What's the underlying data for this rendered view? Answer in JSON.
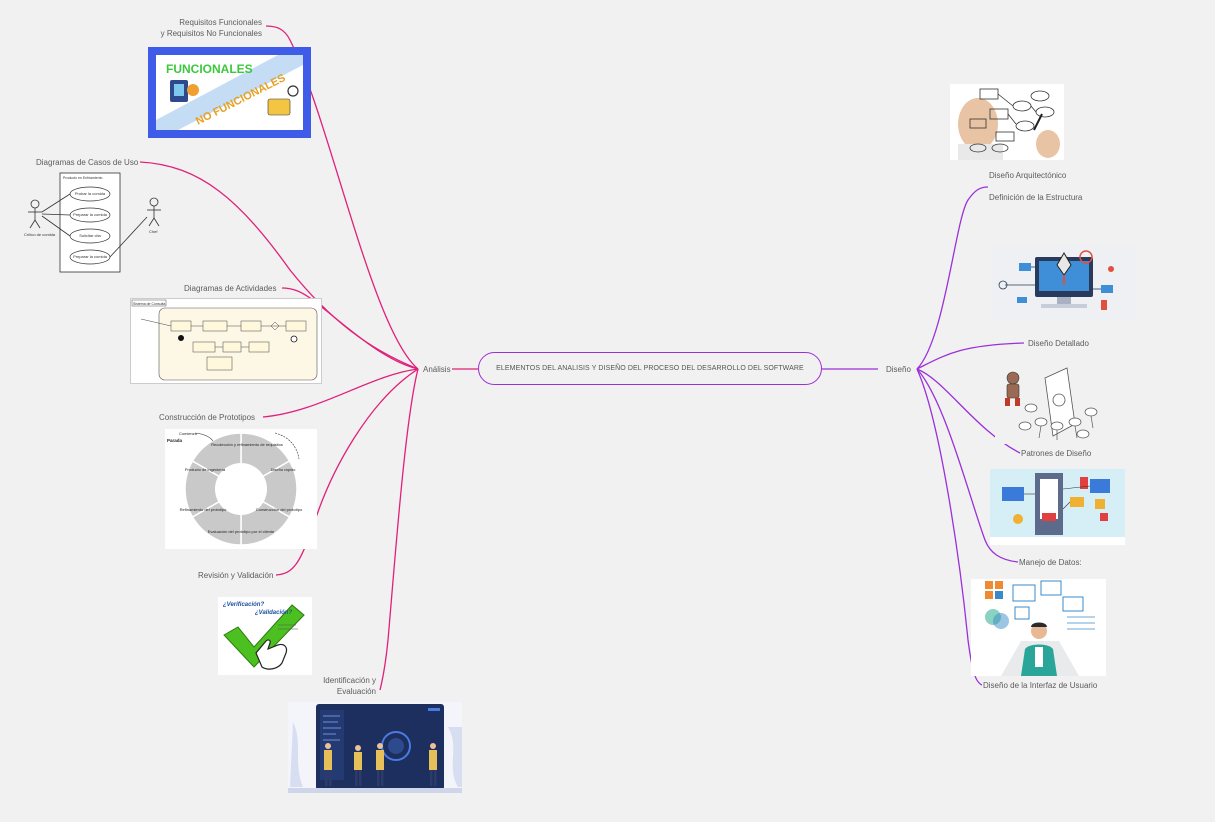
{
  "central_topic": "ELEMENTOS DEL ANALISIS Y DISEÑO DEL PROCESO DEL DESARROLLO DEL SOFTWARE",
  "branches": {
    "analysis": {
      "label": "Análisis",
      "color": "#e0207a",
      "children": [
        {
          "line1": "Requisitos Funcionales",
          "line2": "y Requisitos No Funcionales"
        },
        {
          "line1": "Diagramas de Casos de Uso"
        },
        {
          "line1": "Diagramas de Actividades"
        },
        {
          "line1": "Construcción de Prototipos"
        },
        {
          "line1": "Revisión y Validación"
        },
        {
          "line1": "Identificación y",
          "line2": "Evaluación"
        }
      ]
    },
    "design": {
      "label": "Diseño",
      "color": "#9b30d9",
      "children": [
        {
          "line1": "Diseño Arquitectónico"
        },
        {
          "line1": "Definición de la Estructura"
        },
        {
          "line1": "Diseño Detallado"
        },
        {
          "line1": "Patrones de Diseño"
        },
        {
          "line1": "Manejo de Datos:"
        },
        {
          "line1": "Diseño de la Interfaz de Usuario"
        }
      ]
    }
  },
  "images": {
    "requirements": {
      "title1": "FUNCIONALES",
      "title2": "NO FUNCIONALES"
    },
    "use_case": {
      "system": "Producto en Enfriamiento",
      "cases": [
        "Probar la comida",
        "Preparar la comida",
        "Solicitar cita",
        "Preparar la comida"
      ],
      "actor_left": "Crítico de comida",
      "actor_right": "Chef"
    },
    "activity": {
      "swimlane": "Sistema de Consulta"
    },
    "prototype_cycle": {
      "start": "Comienzo",
      "stop": "Parada",
      "steps": [
        "Recolección y refinamiento de requisitos",
        "Diseño rápido",
        "Construcción del prototipo",
        "Evaluación del prototipo por el cliente",
        "Refinamiento del prototipo",
        "Producto de ingeniería"
      ]
    },
    "validation": {
      "q1": "¿Verificación?",
      "q2": "¿Validación?"
    }
  }
}
